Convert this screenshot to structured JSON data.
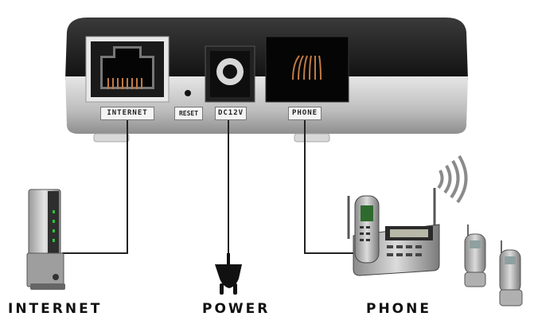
{
  "ports": {
    "internet": "INTERNET",
    "reset": "RESET",
    "power": "DC12V",
    "phone": "PHONE"
  },
  "devices": {
    "internet": "INTERNET",
    "power": "POWER",
    "phone": "PHONE"
  },
  "colors": {
    "housing_dark": "#1c1c1c",
    "housing_light": "#c8c8c8",
    "copper": "#c07a45",
    "cable": "#222222"
  },
  "icons": [
    "ethernet-port-icon",
    "reset-button-icon",
    "power-jack-icon",
    "phone-jack-icon",
    "modem-icon",
    "power-plug-icon",
    "base-phone-icon",
    "handset-icon",
    "wireless-signal-icon"
  ]
}
